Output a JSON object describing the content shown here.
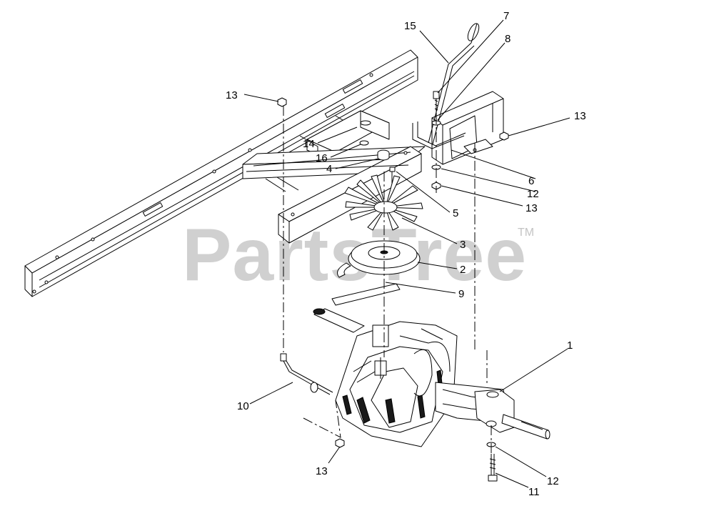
{
  "watermark": {
    "text": "PartsTree",
    "tm": "TM"
  },
  "colors": {
    "ink": "#000000",
    "watermark": "#d0d0d0",
    "background": "#ffffff"
  },
  "callouts": [
    "15",
    "7",
    "8",
    "13",
    "13",
    "14",
    "16",
    "4",
    "6",
    "12",
    "13",
    "5",
    "3",
    "2",
    "9",
    "1",
    "10",
    "13",
    "12",
    "11"
  ]
}
